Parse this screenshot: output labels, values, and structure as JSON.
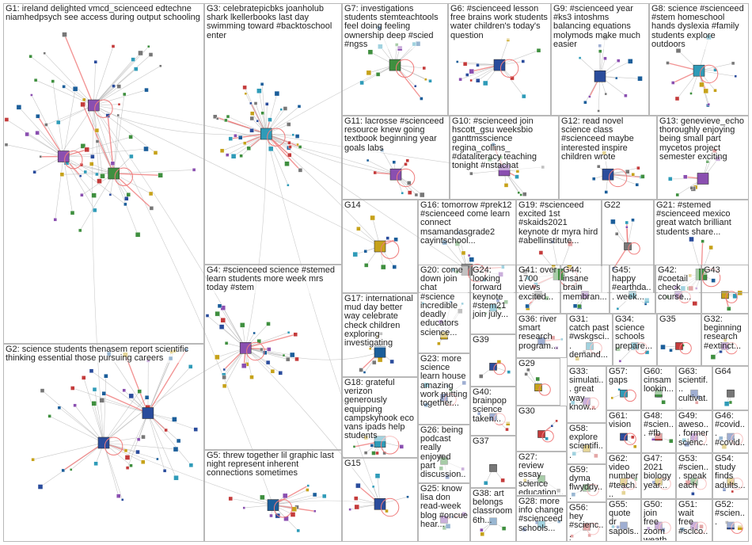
{
  "graph": {
    "colors": {
      "border": "#a7a7a7",
      "edge": "#b5b5b5",
      "edge_accent": "#ef7b7b",
      "text": "#222222",
      "node_fill": [
        "#2a4c9c",
        "#3f8f3f",
        "#c43b3b",
        "#8a4fb0",
        "#2f9bb8",
        "#c6a21a",
        "#1b5e9a",
        "#777777"
      ]
    },
    "groups": [
      {
        "id": "G1",
        "label": "G1: ireland delighted vmcd_scienceed edtechne niamhedpsych see access during output schooling"
      },
      {
        "id": "G2",
        "label": "G2: science students thenasem report scientific thinking essential those pursuing careers"
      },
      {
        "id": "G3",
        "label": "G3: celebratepicbks joanholub shark lkellerbooks last day swimming toward #backtoschool enter"
      },
      {
        "id": "G4",
        "label": "G4: #scienceed science #stemed learn students more week mrs today #stem"
      },
      {
        "id": "G5",
        "label": "G5: threw together lil graphic last night represent inherent connections sometimes"
      },
      {
        "id": "G6",
        "label": "G6: #scienceed lesson free brains work students water children's today's question"
      },
      {
        "id": "G7",
        "label": "G7: investigations students stemteachtools feel doing feeling ownership deep #scied #ngss"
      },
      {
        "id": "G8",
        "label": "G8: science #scienceed #stem homeschool hands dyslexia #family students explore outdoors"
      },
      {
        "id": "G9",
        "label": "G9: #scienceed year #ks3 intoshms balancing equations molymods make much easier"
      },
      {
        "id": "G10",
        "label": "G10: #scienceed join hscott_gsu weeksbio ganttmsscience regina_collins_ #dataliteracy teaching tonight #nstachat"
      },
      {
        "id": "G11",
        "label": "G11: lacrosse #scienceed resource knew going textbook beginning year goals labs"
      },
      {
        "id": "G12",
        "label": "G12: read novel science class #scienceed maybe interested inspire children wrote"
      },
      {
        "id": "G13",
        "label": "G13: genevieve_echo thoroughly enjoying being small part mycetos project semester exciting"
      },
      {
        "id": "G14",
        "label": "G14"
      },
      {
        "id": "G15",
        "label": "G15"
      },
      {
        "id": "G16",
        "label": "G16: tomorrow #prek12 #scienceed come learn connect msamandasgrade2 cayintschool..."
      },
      {
        "id": "G17",
        "label": "G17: international mud day better way celebrate check children exploring investigating"
      },
      {
        "id": "G18",
        "label": "G18: grateful verizon generously equipping campskyhook eco vans ipads help students"
      },
      {
        "id": "G19",
        "label": "G19: #scienceed excited 1st #skaids2021 keynote dr myra hird #abellinstitute..."
      },
      {
        "id": "G20",
        "label": "G20: come down join chat #science incredible deadly educators science..."
      },
      {
        "id": "G21",
        "label": "G21: #stemed #scienceed mexico great watch brilliant students share..."
      },
      {
        "id": "G22",
        "label": "G22"
      },
      {
        "id": "G23",
        "label": "G23: more science learn house amazing work putting together..."
      },
      {
        "id": "G24",
        "label": "G24: looking forward keynote #stem21 join july..."
      },
      {
        "id": "G25",
        "label": "G25: know lisa don read-week blog #oncue hear..."
      },
      {
        "id": "G26",
        "label": "G26: being podcast really enjoyed part discussion..."
      },
      {
        "id": "G27",
        "label": "G27: review essay science education..."
      },
      {
        "id": "G28",
        "label": "G28: more info change #scienceed schools..."
      },
      {
        "id": "G29",
        "label": "G29"
      },
      {
        "id": "G30",
        "label": "G30"
      },
      {
        "id": "G31",
        "label": "G31: catch past #wskgsci... demand..."
      },
      {
        "id": "G32",
        "label": "G32: beginning research #extinct..."
      },
      {
        "id": "G33",
        "label": "G33: simulati... great way know..."
      },
      {
        "id": "G34",
        "label": "G34: science schools prepare..."
      },
      {
        "id": "G35",
        "label": "G35"
      },
      {
        "id": "G36",
        "label": "G36: river smart research program..."
      },
      {
        "id": "G37",
        "label": "G37"
      },
      {
        "id": "G38",
        "label": "G38: art belongs classroom 6th..."
      },
      {
        "id": "G39",
        "label": "G39"
      },
      {
        "id": "G40",
        "label": "G40: brainpop science taken..."
      },
      {
        "id": "G41",
        "label": "G41: over 1700 views excited..."
      },
      {
        "id": "G42",
        "label": "G42: #coetail check course..."
      },
      {
        "id": "G43",
        "label": "G43"
      },
      {
        "id": "G44",
        "label": "G44: insane brain membran..."
      },
      {
        "id": "G45",
        "label": "G45: happy #earthda... week..."
      },
      {
        "id": "G46",
        "label": "G46: #covid... #covid... #covid..."
      },
      {
        "id": "G47",
        "label": "G47: 2021 biology year..."
      },
      {
        "id": "G48",
        "label": "G48: #scien... #fb"
      },
      {
        "id": "G49",
        "label": "G49: aweso... former scienc..."
      },
      {
        "id": "G50",
        "label": "G50: join free zoom weath..."
      },
      {
        "id": "G51",
        "label": "G51: wait free #scico..."
      },
      {
        "id": "G52",
        "label": "G52: #scien..."
      },
      {
        "id": "G53",
        "label": "G53: #scien... speak each"
      },
      {
        "id": "G54",
        "label": "G54: study finds adults..."
      },
      {
        "id": "G55",
        "label": "G55: quote dr sapols... reason..."
      },
      {
        "id": "G56",
        "label": "G56: hey #scienc... lovers..."
      },
      {
        "id": "G57",
        "label": "G57: gaps"
      },
      {
        "id": "G58",
        "label": "G58: explore scientifi..."
      },
      {
        "id": "G59",
        "label": "G59: dyma flwyddy..."
      },
      {
        "id": "G60",
        "label": "G60: cinsam lookin..."
      },
      {
        "id": "G61",
        "label": "G61: vision"
      },
      {
        "id": "G62",
        "label": "G62: video number #teach..."
      },
      {
        "id": "G63",
        "label": "G63: scientif... cultivat..."
      },
      {
        "id": "G64",
        "label": "G64"
      }
    ]
  }
}
